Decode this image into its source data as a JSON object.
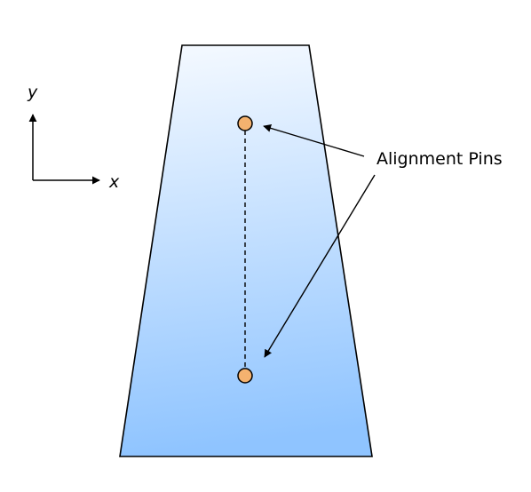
{
  "axes": {
    "x_label": "x",
    "y_label": "y"
  },
  "callout": {
    "label": "Alignment Pins"
  },
  "colors": {
    "plate_top": "#f6faff",
    "plate_bottom": "#8fc4ff",
    "plate_stroke": "#000000",
    "pin_fill": "#f4b26f",
    "pin_stroke": "#000000",
    "line": "#000000"
  }
}
